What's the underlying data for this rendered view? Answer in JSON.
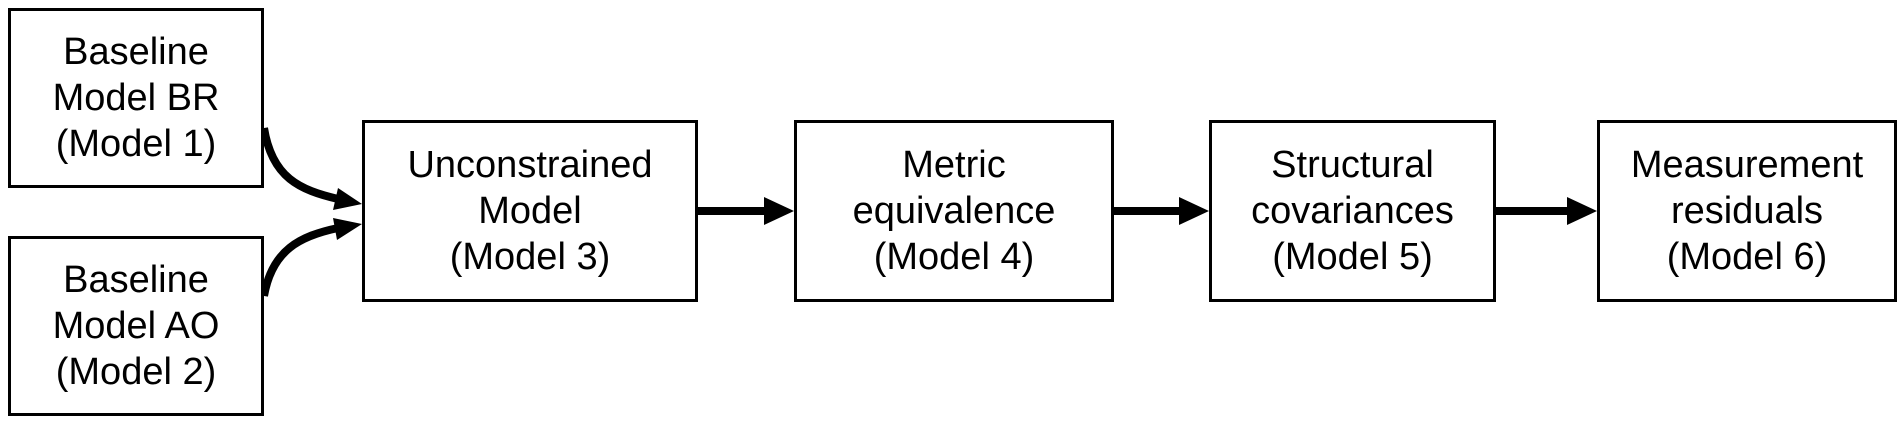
{
  "nodes": {
    "baseline_br": {
      "lines": [
        "Baseline",
        "Model BR",
        "(Model 1)"
      ]
    },
    "baseline_ao": {
      "lines": [
        "Baseline",
        "Model AO",
        "(Model 2)"
      ]
    },
    "unconstrained": {
      "lines": [
        "Unconstrained",
        "Model",
        "(Model 3)"
      ]
    },
    "metric": {
      "lines": [
        "Metric",
        "equivalence",
        "(Model 4)"
      ]
    },
    "structural": {
      "lines": [
        "Structural",
        "covariances",
        "(Model 5)"
      ]
    },
    "residuals": {
      "lines": [
        "Measurement",
        "residuals",
        "(Model 6)"
      ]
    }
  },
  "edges": [
    {
      "from": "baseline_br",
      "to": "unconstrained"
    },
    {
      "from": "baseline_ao",
      "to": "unconstrained"
    },
    {
      "from": "unconstrained",
      "to": "metric"
    },
    {
      "from": "metric",
      "to": "structural"
    },
    {
      "from": "structural",
      "to": "residuals"
    }
  ],
  "colors": {
    "stroke": "#000000",
    "fill": "#ffffff",
    "text": "#000000"
  }
}
